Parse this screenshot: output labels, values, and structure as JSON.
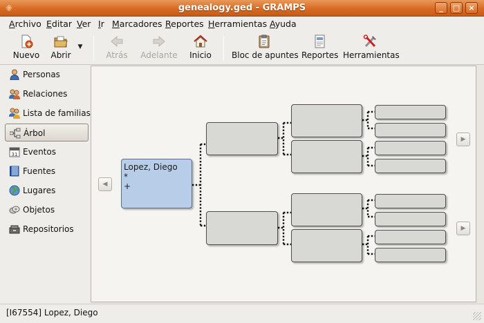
{
  "window": {
    "title": "genealogy.ged - GRAMPS"
  },
  "menu": [
    "Archivo",
    "Editar",
    "Ver",
    "Ir",
    "Marcadores",
    "Reportes",
    "Herramientas",
    "Ayuda"
  ],
  "toolbar": {
    "new": "Nuevo",
    "open": "Abrir",
    "back": "Atrás",
    "forward": "Adelante",
    "home": "Inicio",
    "clipboard": "Bloc de apuntes",
    "reports": "Reportes",
    "tools": "Herramientas"
  },
  "sidebar": {
    "active": "Árbol",
    "items": [
      "Personas",
      "Relaciones",
      "Lista de familias",
      "Árbol",
      "Eventos",
      "Fuentes",
      "Lugares",
      "Objetos",
      "Repositorios"
    ]
  },
  "tree": {
    "root": {
      "name": "Lopez, Diego",
      "birth": "*",
      "death": "+"
    }
  },
  "status": {
    "text": "[I67554] Lopez, Diego"
  },
  "icons": [
    "new-icon",
    "open-icon",
    "back-arrow-icon",
    "forward-arrow-icon",
    "home-icon",
    "clipboard-icon",
    "report-icon",
    "tools-icon"
  ]
}
